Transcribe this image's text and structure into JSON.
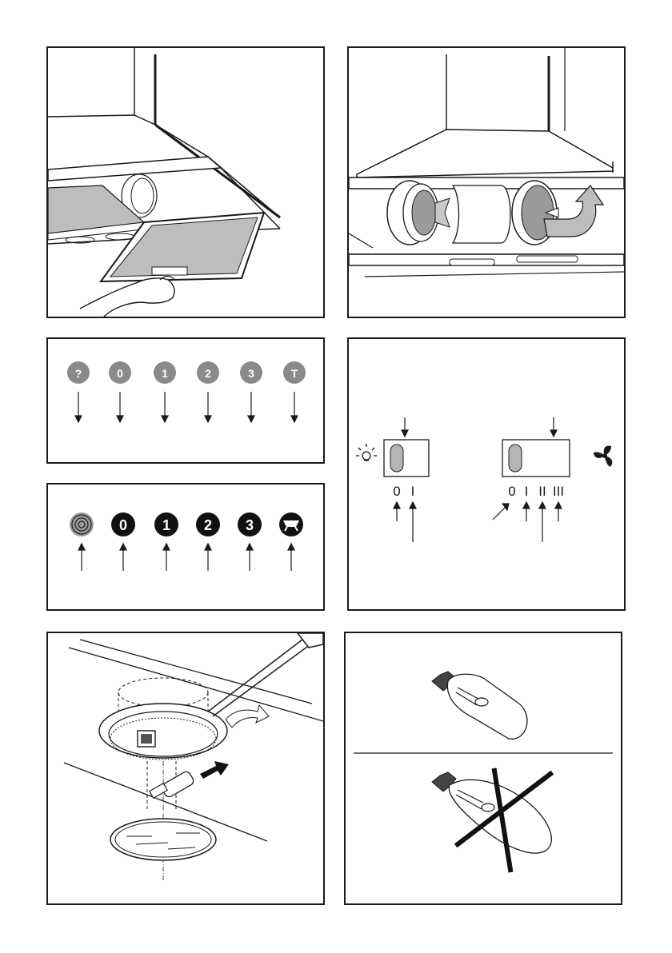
{
  "page": {
    "panels": [
      {
        "id": "filter-removal",
        "content": "hand removing grease filter from hood"
      },
      {
        "id": "carbon-filter",
        "content": "carbon filter mounting with rotate arrow"
      },
      {
        "id": "control-buttons-a",
        "buttons": [
          "?",
          "0",
          "1",
          "2",
          "3",
          "T"
        ]
      },
      {
        "id": "control-buttons-b",
        "buttons": [
          "light",
          "0",
          "1",
          "2",
          "3",
          "timer"
        ]
      },
      {
        "id": "slide-switches",
        "light_positions": [
          "0",
          "I"
        ],
        "motor_positions": [
          "0",
          "I",
          "II",
          "III"
        ]
      },
      {
        "id": "lamp-replacement",
        "content": "screwdriver prying light cover"
      },
      {
        "id": "bulb-types",
        "content": "correct cylindrical bulb vs crossed-out candle bulb"
      }
    ]
  },
  "buttons_a": {
    "b1": "?",
    "b2": "0",
    "b3": "1",
    "b4": "2",
    "b5": "3",
    "b6": "T"
  },
  "buttons_b": {
    "b2": "0",
    "b3": "1",
    "b4": "2",
    "b5": "3"
  },
  "switches": {
    "light": {
      "off": "0",
      "on": "I"
    },
    "motor": {
      "off": "0",
      "s1": "I",
      "s2": "II",
      "s3": "III"
    }
  },
  "colors": {
    "line": "#1a1a1a",
    "gray": "#b5b5b5",
    "button_gray": "#8a8a8a",
    "dark": "#111111"
  },
  "icons": [
    "light-bulb-icon",
    "fan-icon",
    "light-button-icon",
    "timer-button-icon"
  ]
}
